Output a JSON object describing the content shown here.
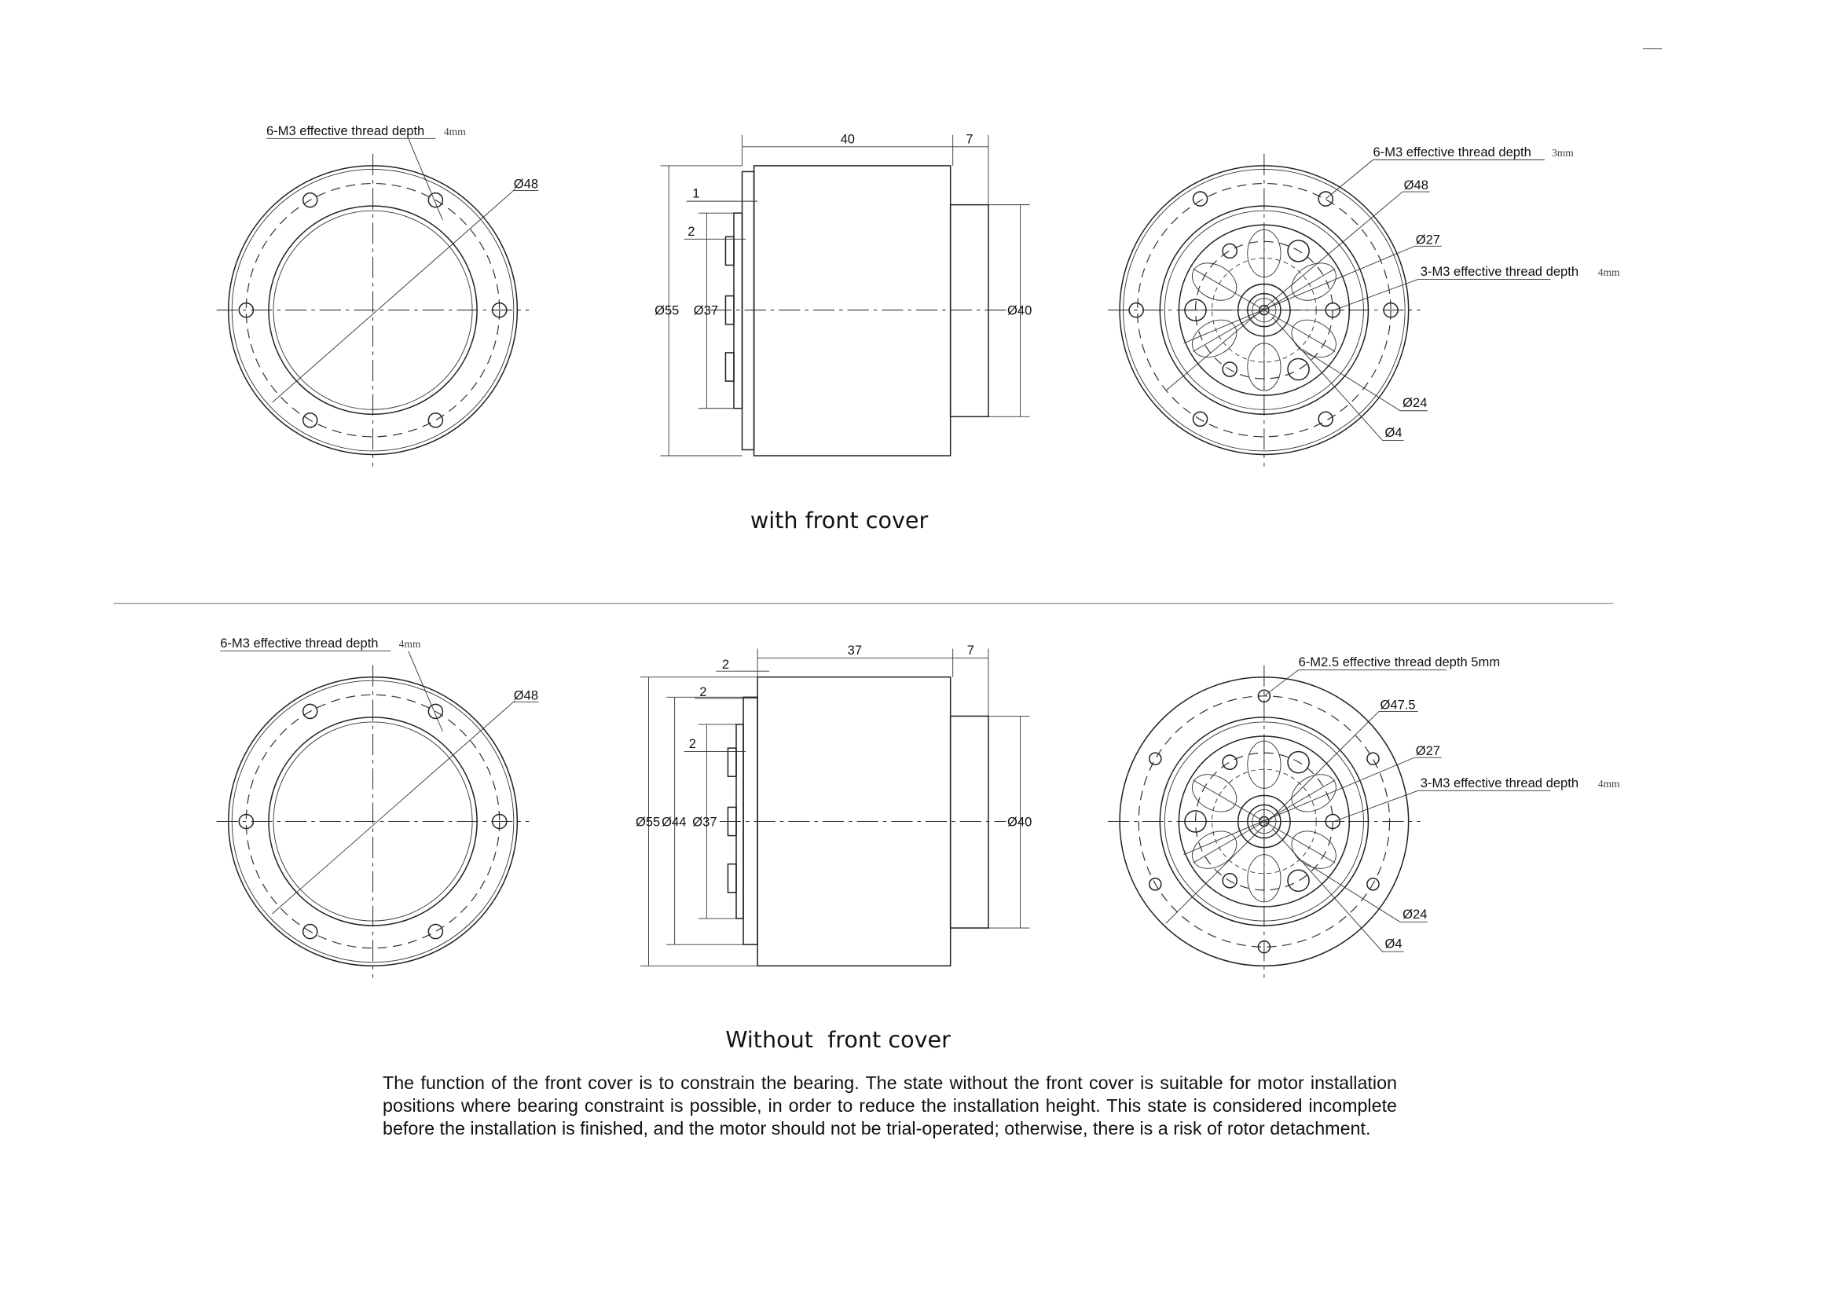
{
  "top": {
    "caption": "with front cover",
    "front_view": {
      "thread_label": "6-M3 effective thread depth",
      "thread_unit": "4mm",
      "dia": "Ø48"
    },
    "side_view": {
      "len_main": "40",
      "len_shaft": "7",
      "step1": "1",
      "step2": "2",
      "dia_outer": "Ø55",
      "dia_inner": "Ø37",
      "dia_shaft": "Ø40"
    },
    "rear_view": {
      "thread_label": "6-M3 effective thread depth",
      "thread_unit": "3mm",
      "dia1": "Ø48",
      "dia2": "Ø27",
      "thread2_label": "3-M3 effective thread depth",
      "thread2_unit": "4mm",
      "dia3": "Ø24",
      "dia4": "Ø4"
    }
  },
  "bottom": {
    "caption": "Without  front cover",
    "front_view": {
      "thread_label": "6-M3 effective thread depth",
      "thread_unit": "4mm",
      "dia": "Ø48"
    },
    "side_view": {
      "len_main": "37",
      "len_shaft": "7",
      "step1": "2",
      "step2": "2",
      "step3": "2",
      "dia_outer": "Ø55",
      "dia_mid": "Ø44",
      "dia_inner": "Ø37",
      "dia_shaft": "Ø40"
    },
    "rear_view": {
      "thread_label": "6-M2.5 effective thread depth 5mm",
      "dia1": "Ø47.5",
      "dia2": "Ø27",
      "thread2_label": "3-M3 effective thread depth",
      "thread2_unit": "4mm",
      "dia3": "Ø24",
      "dia4": "Ø4"
    }
  },
  "note": "The function of the front cover is to constrain the bearing. The state without the front cover is suitable for motor installation positions where bearing constraint is possible, in order to reduce the installation height. This state is considered incomplete before the installation is finished, and the motor should not be trial-operated; otherwise, there is a risk of rotor detachment."
}
